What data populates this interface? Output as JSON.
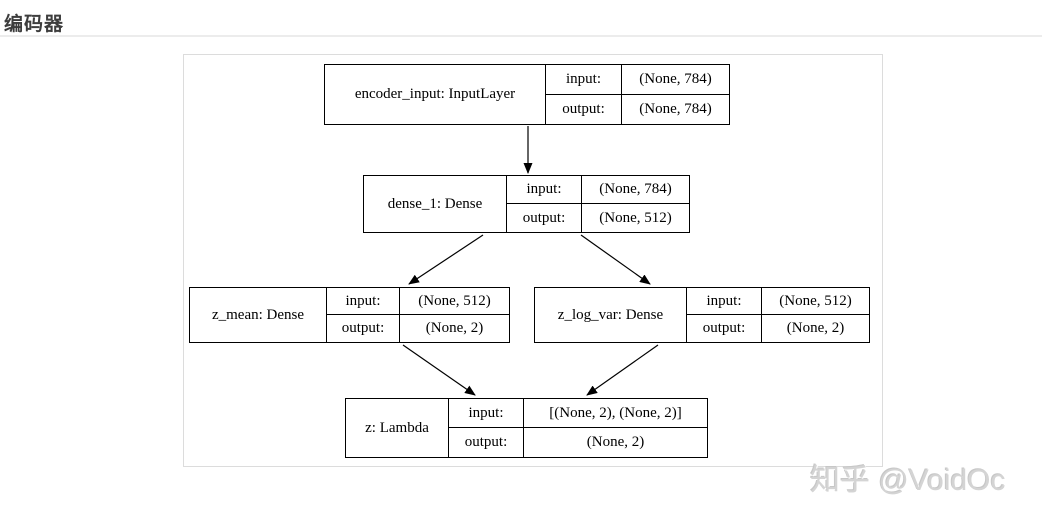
{
  "page": {
    "title": "编码器"
  },
  "watermark": {
    "text": "知乎 @VoidOc"
  },
  "diagram": {
    "type": "keras-model-graph",
    "nodes": [
      {
        "id": "encoder_input",
        "name": "encoder_input: InputLayer",
        "rows": [
          {
            "label": "input:",
            "value": "(None, 784)"
          },
          {
            "label": "output:",
            "value": "(None, 784)"
          }
        ]
      },
      {
        "id": "dense_1",
        "name": "dense_1: Dense",
        "rows": [
          {
            "label": "input:",
            "value": "(None, 784)"
          },
          {
            "label": "output:",
            "value": "(None, 512)"
          }
        ]
      },
      {
        "id": "z_mean",
        "name": "z_mean: Dense",
        "rows": [
          {
            "label": "input:",
            "value": "(None, 512)"
          },
          {
            "label": "output:",
            "value": "(None, 2)"
          }
        ]
      },
      {
        "id": "z_log_var",
        "name": "z_log_var: Dense",
        "rows": [
          {
            "label": "input:",
            "value": "(None, 512)"
          },
          {
            "label": "output:",
            "value": "(None, 2)"
          }
        ]
      },
      {
        "id": "z",
        "name": "z: Lambda",
        "rows": [
          {
            "label": "input:",
            "value": "[(None, 2), (None, 2)]"
          },
          {
            "label": "output:",
            "value": "(None, 2)"
          }
        ]
      }
    ],
    "edges": [
      {
        "from": "encoder_input",
        "to": "dense_1"
      },
      {
        "from": "dense_1",
        "to": "z_mean"
      },
      {
        "from": "dense_1",
        "to": "z_log_var"
      },
      {
        "from": "z_mean",
        "to": "z"
      },
      {
        "from": "z_log_var",
        "to": "z"
      }
    ],
    "colors": {
      "node_border": "#000000",
      "arrow": "#000000",
      "canvas_border": "#dcdcdc",
      "title_text": "#3d3d3d",
      "watermark_text": "#d4d4d4"
    }
  }
}
